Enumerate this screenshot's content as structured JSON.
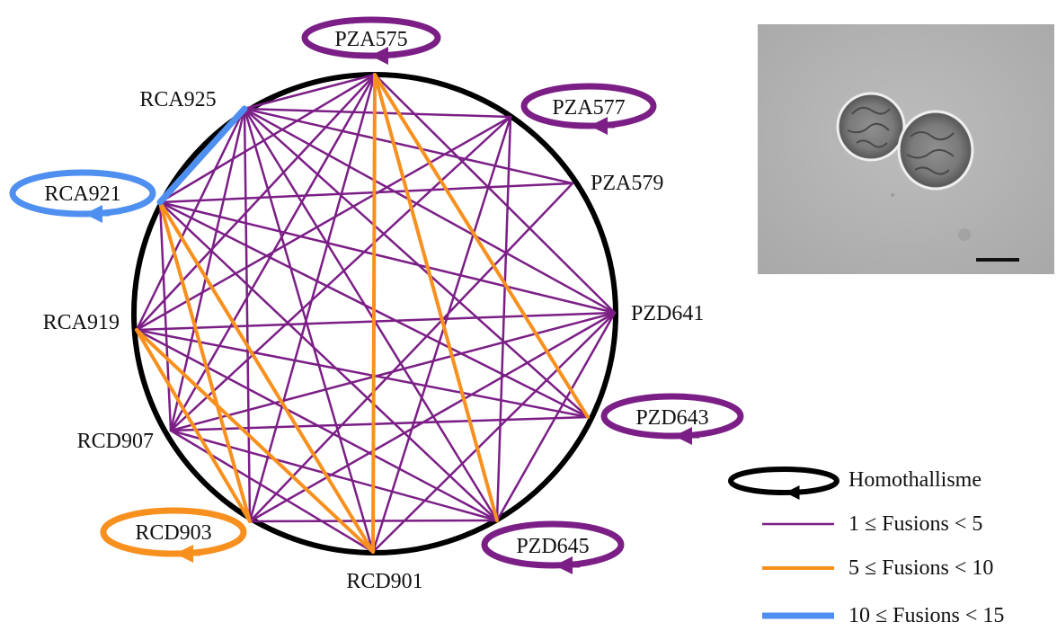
{
  "diagram": {
    "nodes": [
      {
        "id": "PZA575",
        "label": "PZA575",
        "self_loop": "purple"
      },
      {
        "id": "PZA577",
        "label": "PZA577",
        "self_loop": "purple"
      },
      {
        "id": "PZA579",
        "label": "PZA579",
        "self_loop": null
      },
      {
        "id": "PZD641",
        "label": "PZD641",
        "self_loop": null
      },
      {
        "id": "PZD643",
        "label": "PZD643",
        "self_loop": "purple"
      },
      {
        "id": "PZD645",
        "label": "PZD645",
        "self_loop": "purple"
      },
      {
        "id": "RCD901",
        "label": "RCD901",
        "self_loop": null
      },
      {
        "id": "RCD903",
        "label": "RCD903",
        "self_loop": "orange"
      },
      {
        "id": "RCD907",
        "label": "RCD907",
        "self_loop": null
      },
      {
        "id": "RCA919",
        "label": "RCA919",
        "self_loop": null
      },
      {
        "id": "RCA921",
        "label": "RCA921",
        "self_loop": "blue"
      },
      {
        "id": "RCA925",
        "label": "RCA925",
        "self_loop": null
      }
    ],
    "edges": [
      {
        "from": "PZA575",
        "to": "RCD901",
        "class": "orange"
      },
      {
        "from": "PZA575",
        "to": "PZD645",
        "class": "orange"
      },
      {
        "from": "PZA575",
        "to": "PZD643",
        "class": "orange"
      },
      {
        "from": "RCA921",
        "to": "RCD901",
        "class": "orange"
      },
      {
        "from": "RCA921",
        "to": "RCD903",
        "class": "orange"
      },
      {
        "from": "RCA919",
        "to": "RCD901",
        "class": "orange"
      },
      {
        "from": "RCA919",
        "to": "RCD903",
        "class": "orange"
      },
      {
        "from": "RCA925",
        "to": "RCA921",
        "class": "blue"
      },
      {
        "from": "PZA575",
        "to": "RCA925",
        "class": "purple"
      },
      {
        "from": "PZA575",
        "to": "RCA921",
        "class": "purple"
      },
      {
        "from": "PZA575",
        "to": "RCA919",
        "class": "purple"
      },
      {
        "from": "PZA575",
        "to": "RCD907",
        "class": "purple"
      },
      {
        "from": "PZA575",
        "to": "RCD903",
        "class": "purple"
      },
      {
        "from": "PZA575",
        "to": "PZD641",
        "class": "purple"
      },
      {
        "from": "PZA577",
        "to": "RCA925",
        "class": "purple"
      },
      {
        "from": "PZA577",
        "to": "RCA919",
        "class": "purple"
      },
      {
        "from": "PZA577",
        "to": "RCD907",
        "class": "purple"
      },
      {
        "from": "PZA577",
        "to": "RCD901",
        "class": "purple"
      },
      {
        "from": "PZA577",
        "to": "PZD645",
        "class": "purple"
      },
      {
        "from": "PZA579",
        "to": "RCA925",
        "class": "purple"
      },
      {
        "from": "PZA579",
        "to": "RCA921",
        "class": "purple"
      },
      {
        "from": "PZA579",
        "to": "RCD903",
        "class": "purple"
      },
      {
        "from": "PZD641",
        "to": "RCA925",
        "class": "purple"
      },
      {
        "from": "PZD641",
        "to": "RCA921",
        "class": "purple"
      },
      {
        "from": "PZD641",
        "to": "RCA919",
        "class": "purple"
      },
      {
        "from": "PZD641",
        "to": "RCD907",
        "class": "purple"
      },
      {
        "from": "PZD641",
        "to": "RCD903",
        "class": "purple"
      },
      {
        "from": "PZD641",
        "to": "RCD901",
        "class": "purple"
      },
      {
        "from": "PZD643",
        "to": "RCA925",
        "class": "purple"
      },
      {
        "from": "PZD643",
        "to": "RCA921",
        "class": "purple"
      },
      {
        "from": "PZD643",
        "to": "RCA919",
        "class": "purple"
      },
      {
        "from": "PZD643",
        "to": "RCD907",
        "class": "purple"
      },
      {
        "from": "PZD645",
        "to": "RCA925",
        "class": "purple"
      },
      {
        "from": "PZD645",
        "to": "RCA921",
        "class": "purple"
      },
      {
        "from": "PZD645",
        "to": "RCA919",
        "class": "purple"
      },
      {
        "from": "PZD645",
        "to": "RCD907",
        "class": "purple"
      },
      {
        "from": "PZD645",
        "to": "RCD903",
        "class": "purple"
      },
      {
        "from": "PZD645",
        "to": "PZD641",
        "class": "purple"
      },
      {
        "from": "RCD901",
        "to": "RCA925",
        "class": "purple"
      },
      {
        "from": "RCD901",
        "to": "RCD907",
        "class": "purple"
      },
      {
        "from": "RCD903",
        "to": "RCA925",
        "class": "purple"
      },
      {
        "from": "RCD907",
        "to": "RCA925",
        "class": "purple"
      },
      {
        "from": "RCD907",
        "to": "RCA921",
        "class": "purple"
      },
      {
        "from": "RCA919",
        "to": "RCA925",
        "class": "purple"
      }
    ]
  },
  "legend": {
    "homothallism": "Homothallisme",
    "low": "1 ≤ Fusions < 5",
    "mid": "5 ≤ Fusions < 10",
    "high": "10 ≤ Fusions < 15"
  },
  "colors": {
    "circle": "#000000",
    "purple": "#7b1f86",
    "orange": "#f7901e",
    "blue": "#4f8ff0"
  },
  "micrograph": {
    "background": "#b7b7b7",
    "scale_bar_color": "#111111"
  }
}
